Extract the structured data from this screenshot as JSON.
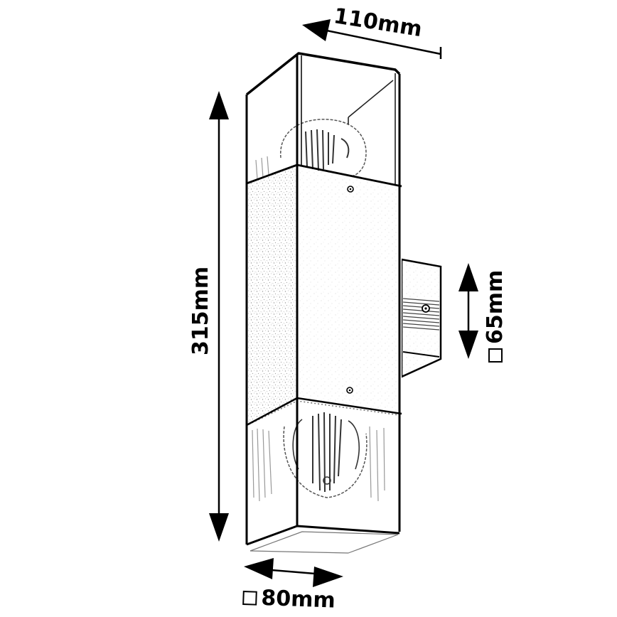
{
  "diagram": {
    "subject": "Square outdoor wall lamp, up/down light, technical dimension drawing",
    "colors": {
      "line": "#000000",
      "background": "#ffffff",
      "metal_texture": "#bdbdbd"
    },
    "dimensions": {
      "width": {
        "value": 110,
        "unit": "mm",
        "label": "110mm",
        "orientation": "diagonal-top"
      },
      "height": {
        "value": 315,
        "unit": "mm",
        "label": "315mm",
        "orientation": "vertical-left"
      },
      "bracket": {
        "value": 65,
        "unit": "mm",
        "label": "65mm",
        "prefix_symbol": "square",
        "orientation": "vertical-right"
      },
      "body": {
        "value": 80,
        "unit": "mm",
        "label": "80mm",
        "prefix_symbol": "square",
        "orientation": "horizontal-bottom"
      }
    },
    "components": [
      {
        "name": "upper glass shade",
        "contains": "filament bulb"
      },
      {
        "name": "metal body",
        "features": [
          "screw top",
          "screw bottom"
        ]
      },
      {
        "name": "lower glass shade",
        "contains": "filament bulb"
      },
      {
        "name": "wall mounting bracket",
        "features": [
          "ribbed plate",
          "screw"
        ]
      }
    ]
  }
}
